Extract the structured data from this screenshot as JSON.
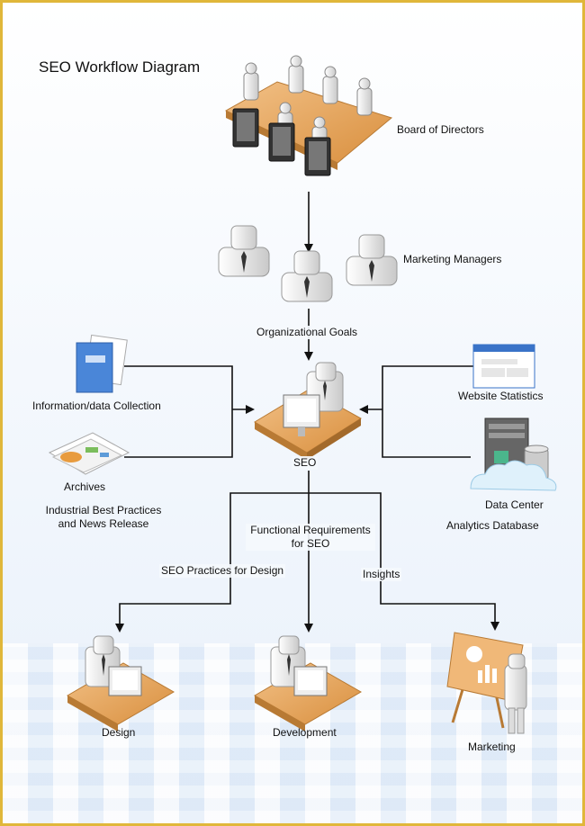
{
  "title": "SEO Workflow Diagram",
  "nodes": {
    "board": "Board of Directors",
    "managers": "Marketing Managers",
    "info": "Information/data Collection",
    "archives": "Archives",
    "best_practices_line1": "Industrial Best Practices",
    "best_practices_line2": "and News Release",
    "website_stats": "Website Statistics",
    "data_center": "Data Center",
    "analytics": "Analytics Database",
    "seo": "SEO",
    "design": "Design",
    "development": "Development",
    "marketing": "Marketing"
  },
  "edges": {
    "org_goals": "Organizational Goals",
    "functional_line1": "Functional Requirements",
    "functional_line2": "for SEO",
    "seo_practices": "SEO Practices for Design",
    "insights": "Insights"
  },
  "colors": {
    "border": "#e0b73a",
    "desk": "#e8a85a",
    "desk_dark": "#b87a34",
    "folder": "#4a86d8",
    "line": "#111111"
  }
}
